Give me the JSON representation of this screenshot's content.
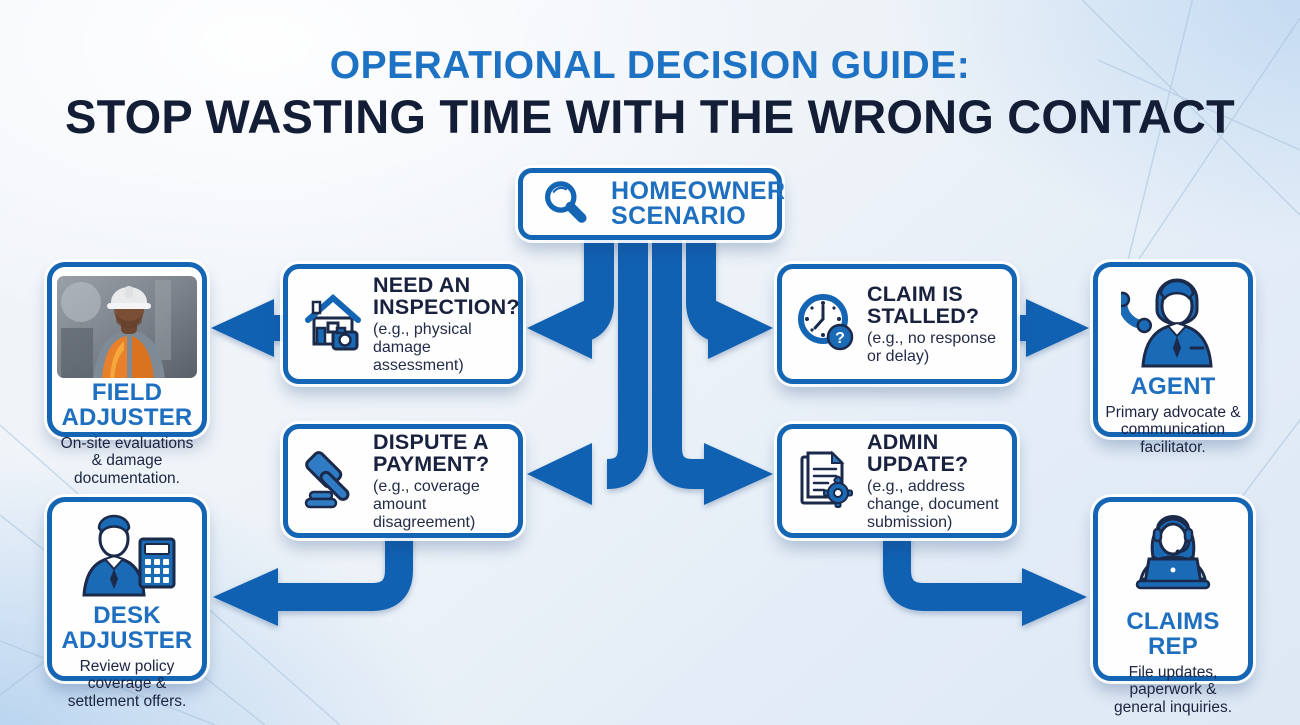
{
  "title": {
    "line1": "OPERATIONAL DECISION GUIDE:",
    "line2": "STOP WASTING TIME WITH THE WRONG CONTACT"
  },
  "root_node": {
    "label": "HOMEOWNER SCENARIO",
    "icon": "magnifier-icon"
  },
  "questions": [
    {
      "title": "NEED AN INSPECTION?",
      "example": "(e.g., physical damage assessment)",
      "icon": "house-camera-icon"
    },
    {
      "title": "CLAIM IS STALLED?",
      "example": "(e.g., no response or delay)",
      "icon": "clock-question-icon"
    },
    {
      "title": "DISPUTE A PAYMENT?",
      "example": "(e.g., coverage amount disagreement)",
      "icon": "gavel-icon"
    },
    {
      "title": "ADMIN UPDATE?",
      "example": "(e.g., address change, document submission)",
      "icon": "document-gear-icon"
    }
  ],
  "roles": [
    {
      "title": "FIELD ADJUSTER",
      "description": "On-site evaluations & damage documentation.",
      "icon": "field-worker-photo"
    },
    {
      "title": "AGENT",
      "description": "Primary advocate & communication facilitator.",
      "icon": "agent-phone-icon"
    },
    {
      "title": "DESK ADJUSTER",
      "description": "Review policy coverage & settlement offers.",
      "icon": "person-calculator-icon"
    },
    {
      "title": "CLAIMS REP",
      "description": "File updates, paperwork & general inquiries.",
      "icon": "headset-laptop-icon"
    }
  ],
  "colors": {
    "arrow_blue": "#1161b2",
    "border_blue": "#1565b5",
    "title_blue": "#1d72c4",
    "role_blue": "#1e6fbf",
    "navy": "#18213d",
    "background": "#e7eef7"
  }
}
